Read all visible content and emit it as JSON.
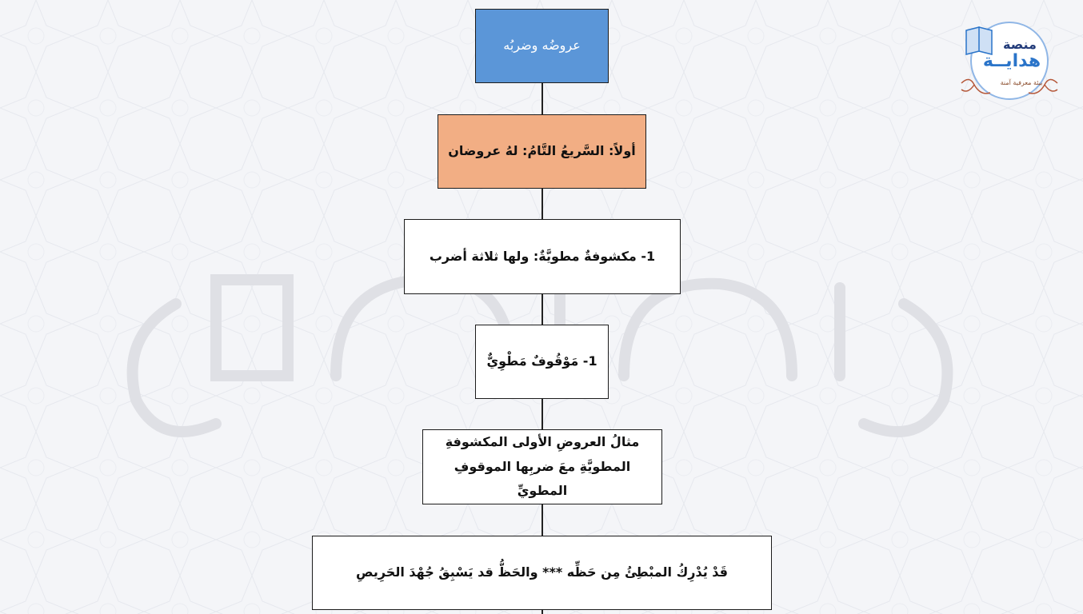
{
  "diagram": {
    "nodes": [
      {
        "id": "n1",
        "text": "عروضُه وضربُه",
        "style": "blue"
      },
      {
        "id": "n2",
        "text": "أولاً: السَّريعُ التَّامُ: لهُ عروضان",
        "style": "orange"
      },
      {
        "id": "n3",
        "text": "1- مكشوفةٌ مطويَّةٌ: ولها ثلاثة أضرب",
        "style": "white"
      },
      {
        "id": "n4",
        "text": "1- مَوْقُوفٌ مَطْوِيٌّ",
        "style": "white"
      },
      {
        "id": "n5",
        "text": "مثالُ العروضِ الأولى المكشوفةِ المطويَّةِ معَ ضربِها الموقوفِ المطويِّ",
        "style": "white"
      },
      {
        "id": "n6",
        "text": "قَدْ يُدْرِكُ المبْطِئُ مِن حَظِّه *** والحَظُّ قد يَسْبِقُ جُهْدَ الحَرِيصِ",
        "style": "white"
      }
    ],
    "edges": [
      [
        "n1",
        "n2"
      ],
      [
        "n2",
        "n3"
      ],
      [
        "n3",
        "n4"
      ],
      [
        "n4",
        "n5"
      ],
      [
        "n5",
        "n6"
      ]
    ]
  },
  "logo": {
    "title": "منصة",
    "name": "هدايــة",
    "tagline": "بيئة معرفية آمنة"
  },
  "colors": {
    "blue_box": "#5b96d8",
    "orange_box": "#f2ae84",
    "white_box": "#ffffff",
    "background": "#f4f5f8",
    "watermark": "#e3e4e8"
  }
}
